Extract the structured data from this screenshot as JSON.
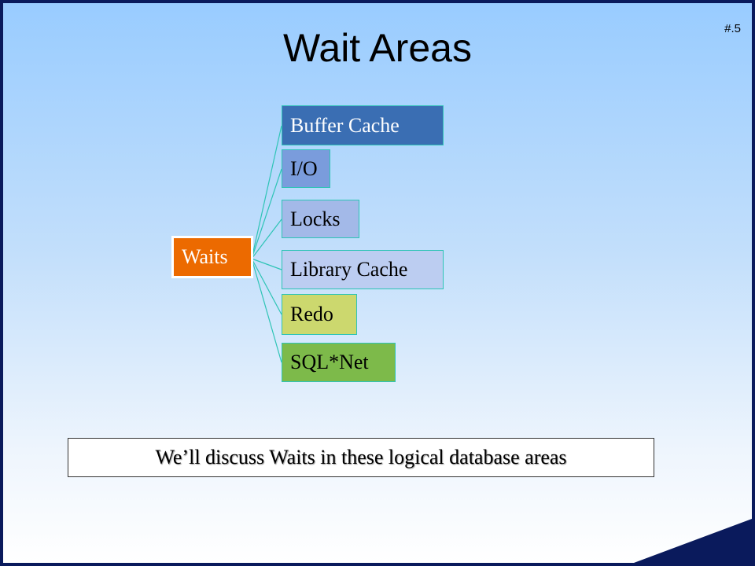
{
  "slide": {
    "title": "Wait Areas",
    "number": "#.5",
    "caption": "We’ll discuss Waits in these logical database areas"
  },
  "diagram": {
    "root": {
      "label": "Waits",
      "color": "#ec6a00"
    },
    "branches": [
      {
        "label": "Buffer Cache",
        "color": "#3a6eb3",
        "text_color": "#ffffff"
      },
      {
        "label": "I/O",
        "color": "#7a9cdc",
        "text_color": "#000000"
      },
      {
        "label": "Locks",
        "color": "#a3b9e8",
        "text_color": "#000000"
      },
      {
        "label": "Library Cache",
        "color": "#bccdf1",
        "text_color": "#000000"
      },
      {
        "label": "Redo",
        "color": "#ccd86e",
        "text_color": "#000000"
      },
      {
        "label": "SQL*Net",
        "color": "#7dba4a",
        "text_color": "#000000"
      }
    ]
  },
  "colors": {
    "border": "#0a1a5c",
    "connector": "#2ec4b6",
    "corner": "#0a1a5c"
  }
}
